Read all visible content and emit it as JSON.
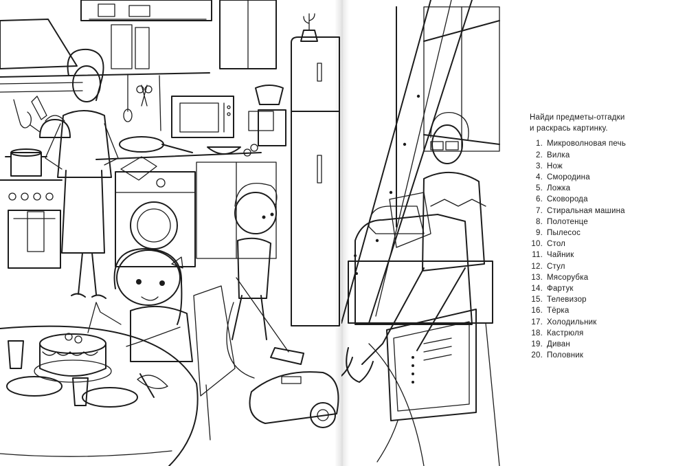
{
  "task": {
    "title_line1": "Найди предметы-отгадки",
    "title_line2": "и раскрась картинку."
  },
  "items": [
    {
      "num": "1.",
      "label": "Микроволновая печь"
    },
    {
      "num": "2.",
      "label": "Вилка"
    },
    {
      "num": "3.",
      "label": "Нож"
    },
    {
      "num": "4.",
      "label": "Смородина"
    },
    {
      "num": "5.",
      "label": "Ложка"
    },
    {
      "num": "6.",
      "label": "Сковорода"
    },
    {
      "num": "7.",
      "label": "Стиральная машина"
    },
    {
      "num": "8.",
      "label": "Полотенце"
    },
    {
      "num": "9.",
      "label": "Пылесос"
    },
    {
      "num": "10.",
      "label": "Стол"
    },
    {
      "num": "11.",
      "label": "Чайник"
    },
    {
      "num": "12.",
      "label": "Стул"
    },
    {
      "num": "13.",
      "label": "Мясорубка"
    },
    {
      "num": "14.",
      "label": "Фартук"
    },
    {
      "num": "15.",
      "label": "Телевизор"
    },
    {
      "num": "16.",
      "label": "Тёрка"
    },
    {
      "num": "17.",
      "label": "Холодильник"
    },
    {
      "num": "18.",
      "label": "Кастрюля"
    },
    {
      "num": "19.",
      "label": "Диван"
    },
    {
      "num": "20.",
      "label": "Половник"
    }
  ],
  "illustration": {
    "style": "black-and-white coloring page line art",
    "icons": [
      "mother-icon",
      "girl-icon",
      "boy-icon",
      "father-icon",
      "cake-icon",
      "vacuum-cleaner-icon",
      "microwave-icon",
      "washing-machine-icon",
      "fridge-icon",
      "tv-icon",
      "sofa-icon",
      "ladder-icon"
    ],
    "ink_color": "#1c1c1c",
    "paper_color": "#ffffff"
  }
}
